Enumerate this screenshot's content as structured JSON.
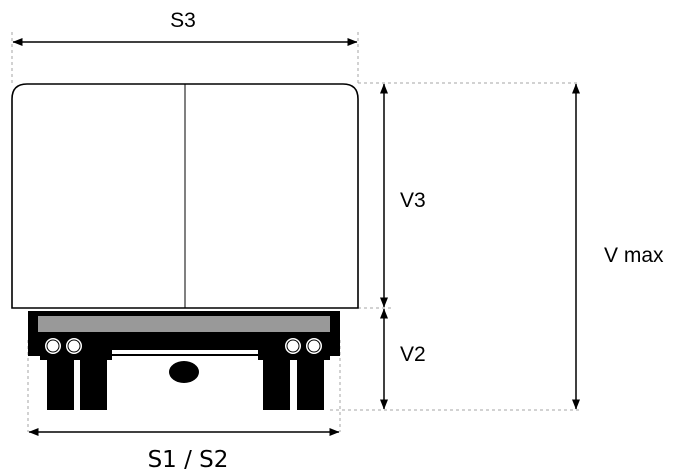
{
  "diagram": {
    "title": "",
    "labels": {
      "s3": "S3",
      "v3": "V3",
      "v2": "V2",
      "v_max": "V max",
      "s1_s2": "S1 / S2"
    },
    "colors": {
      "ink": "#000000",
      "bumper": "#999999",
      "extension": "#a6a6a6",
      "body_fill": "#ffffff"
    }
  }
}
